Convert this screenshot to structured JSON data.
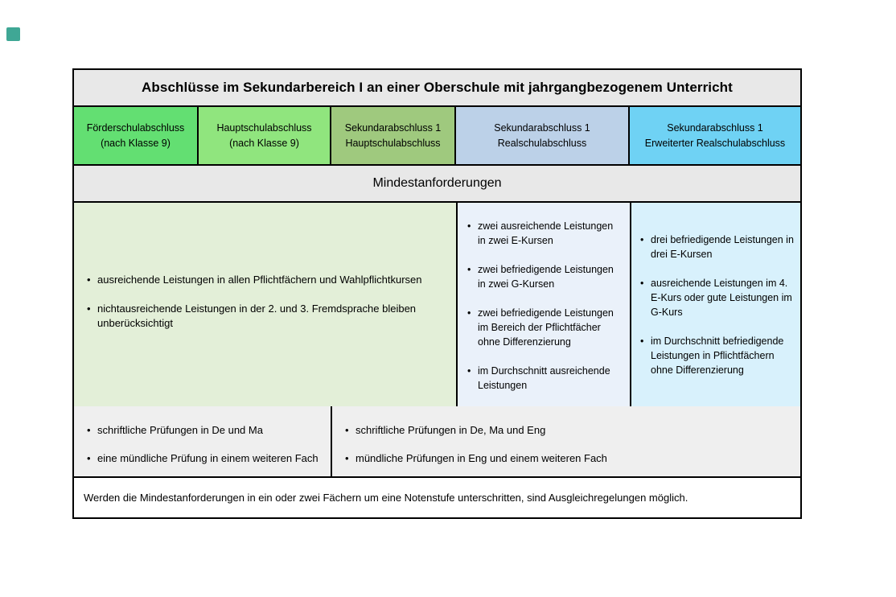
{
  "corner_marker": {
    "color": "#3FA795"
  },
  "title": "Abschlüsse im Sekundarbereich I an einer Oberschule mit jahrgangbezogenem Unterricht",
  "section_label": "Mindestanforderungen",
  "headers": [
    {
      "line1": "Förderschulabschluss",
      "line2": "(nach Klasse 9)"
    },
    {
      "line1": "Hauptschulabschluss",
      "line2": "(nach Klasse 9)"
    },
    {
      "line1": "Sekundarabschluss 1",
      "line2": "Hauptschulabschluss"
    },
    {
      "line1": "Sekundarabschluss 1",
      "line2": "Realschulabschluss"
    },
    {
      "line1": "Sekundarabschluss 1",
      "line2": "Erweiterter Realschulabschluss"
    }
  ],
  "colors": {
    "header1": "#63DF72",
    "header2": "#90E57E",
    "header3": "#9FC97E",
    "header4": "#BCD1E8",
    "header5": "#6FD2F4",
    "requirements_left_bg": "#E3EFD8",
    "requirements_middle_bg": "#EAF1FA",
    "requirements_right_bg": "#D8F1FC",
    "gray_row_bg": "#E8E8E8",
    "exam_row_bg": "#EFEFEF",
    "border": "#000000",
    "corner_marker": "#3FA795"
  },
  "requirements": {
    "left": [
      "ausreichende Leistungen in allen Pflichtfächern und Wahlpflichtkursen",
      "nichtausreichende Leistungen in der 2. und 3. Fremdsprache bleiben unberücksichtigt"
    ],
    "middle": [
      "zwei ausreichende Leistungen in zwei E-Kursen",
      "zwei befriedigende Leistungen in zwei G-Kursen",
      "zwei befriedigende Leistungen im Bereich der Pflichtfächer ohne Differenzierung",
      "im Durchschnitt ausreichende Leistungen"
    ],
    "right": [
      "drei befriedigende Leistungen in drei E-Kursen",
      "ausreichende Leistungen im 4. E-Kurs oder gute Leistungen im G-Kurs",
      "im Durchschnitt befriedigende Leistungen in Pflichtfächern ohne Differenzierung"
    ]
  },
  "exams": {
    "left": [
      "schriftliche Prüfungen in De und Ma",
      "eine mündliche Prüfung in einem weiteren Fach"
    ],
    "right": [
      "schriftliche Prüfungen in De, Ma und Eng",
      "mündliche Prüfungen in Eng und einem weiteren Fach"
    ]
  },
  "note": "Werden die Mindestanforderungen in ein oder zwei Fächern um eine Notenstufe unterschritten, sind Ausgleichregelungen möglich."
}
